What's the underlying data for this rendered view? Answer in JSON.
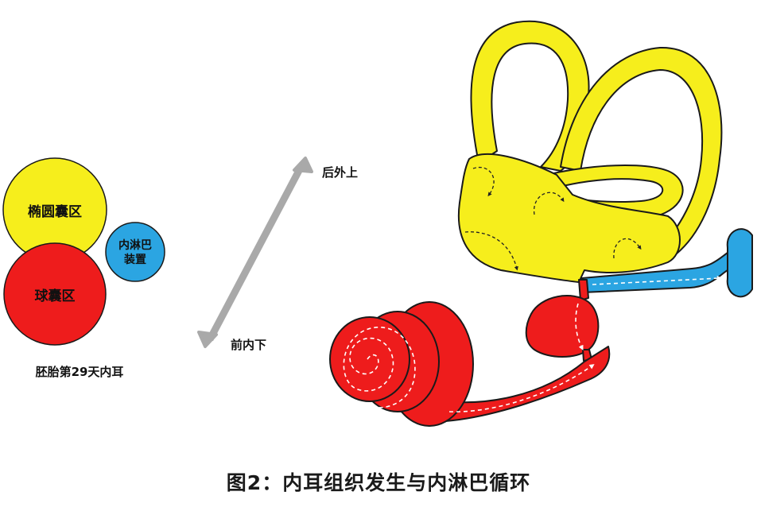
{
  "left_diagram": {
    "utricle_label": "椭圆囊区",
    "endolymph_label_line1": "内淋巴",
    "endolymph_label_line2": "装置",
    "saccule_label": "球囊区",
    "caption": "胚胎第29天内耳"
  },
  "axis": {
    "top_label": "后外上",
    "bottom_label": "前内下"
  },
  "figure_title": "图2：内耳组织发生与内淋巴循环",
  "colors": {
    "yellow": "#f6ee1c",
    "red": "#ee1c1c",
    "blue": "#2ba5e2",
    "gray_arrow": "#a9a9a9",
    "outline": "#1a1a1a"
  }
}
